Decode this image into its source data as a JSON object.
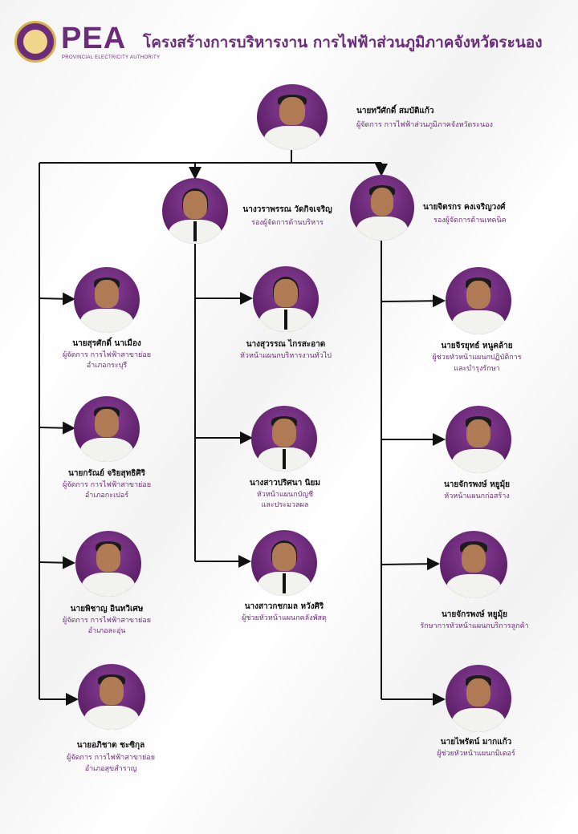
{
  "header": {
    "logo_text": "PEA",
    "logo_subtext": "PROVINCIAL ELECTRICITY AUTHORITY",
    "title": "โครงสร้างการบริหารงาน  การไฟฟ้าส่วนภูมิภาคจังหวัดระนอง"
  },
  "colors": {
    "accent": "#6b2d7a",
    "line": "#111111"
  },
  "people": {
    "top": {
      "name": "นายทวีศักดิ์ สมบัติแก้ว",
      "role": "ผู้จัดการ การไฟฟ้าส่วนภูมิภาคจังหวัดระนอง"
    },
    "dep_admin": {
      "name": "นางวราพรรณ วัดกิจเจริญ",
      "role": "รองผู้จัดการด้านบริหาร"
    },
    "dep_tech": {
      "name": "นายจิตรกร คงเจริญวงศ์",
      "role": "รองผู้จัดการด้านเทคนิค"
    },
    "left1": {
      "name": "นายสุรศักดิ์ นาเมือง",
      "role1": "ผู้จัดการ การไฟฟ้าสาขาย่อย",
      "role2": "อำเภอกระบุรี"
    },
    "left2": {
      "name": "นายกรัณย์ จริยสุทธิศิริ",
      "role1": "ผู้จัดการ การไฟฟ้าสาขาย่อย",
      "role2": "อำเภอกะเปอร์"
    },
    "left3": {
      "name": "นายพิชาญ อินทวิเศษ",
      "role1": "ผู้จัดการ การไฟฟ้าสาขาย่อย",
      "role2": "อำเภอละอุ่น"
    },
    "left4": {
      "name": "นายอภิชาต ชะซิกุล",
      "role1": "ผู้จัดการ การไฟฟ้าสาขาย่อย",
      "role2": "อำเภอสุขสำราญ"
    },
    "mid1": {
      "name": "นางสุวรรณ ไกรสะอาด",
      "role1": "หัวหน้าแผนกบริหารงานทั่วไป"
    },
    "mid2": {
      "name": "นางสาวปริศนา นิยม",
      "role1": "หัวหน้าแผนกบัญชี",
      "role2": "และประมวลผล"
    },
    "mid3": {
      "name": "นางสาวกชกมล หวังศิริ",
      "role1": "ผู้ช่วยหัวหน้าแผนกคลังพัสดุ"
    },
    "right1": {
      "name": "นายจิรยุทธ์ หนูคล้าย",
      "role1": "ผู้ช่วยหัวหน้าแผนกปฏิบัติการ",
      "role2": "และบำรุงรักษา"
    },
    "right2": {
      "name": "นายจักรพงษ์ หยูมุ้ย",
      "role1": "หัวหน้าแผนกก่อสร้าง"
    },
    "right3": {
      "name": "นายจักรพงษ์ หยูมุ้ย",
      "role1": "รักษาการหัวหน้าแผนกบริการลูกค้า"
    },
    "right4": {
      "name": "นายไพรัตน์ มากแก้ว",
      "role1": "ผู้ช่วยหัวหน้าแผนกมิเตอร์"
    }
  }
}
